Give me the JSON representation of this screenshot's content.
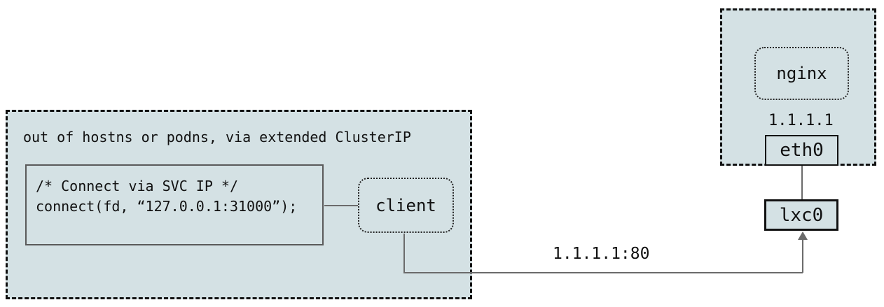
{
  "host_box": {
    "title": "out of hostns or podns, via extended ClusterIP",
    "code": {
      "line1": "/* Connect via SVC IP */",
      "line2": "connect(fd, “127.0.0.1:31000”);"
    },
    "client_label": "client"
  },
  "pod_box": {
    "nginx_label": "nginx",
    "ip": "1.1.1.1",
    "eth0_label": "eth0"
  },
  "lxc0_label": "lxc0",
  "connection": {
    "label": "1.1.1.1:80"
  },
  "colors": {
    "namespace_fill": "#d4e1e4",
    "connector_line": "#6b6b6b",
    "code_box_border": "#5a5a5a",
    "border": "#111111",
    "text": "#111111",
    "background": "#ffffff"
  }
}
